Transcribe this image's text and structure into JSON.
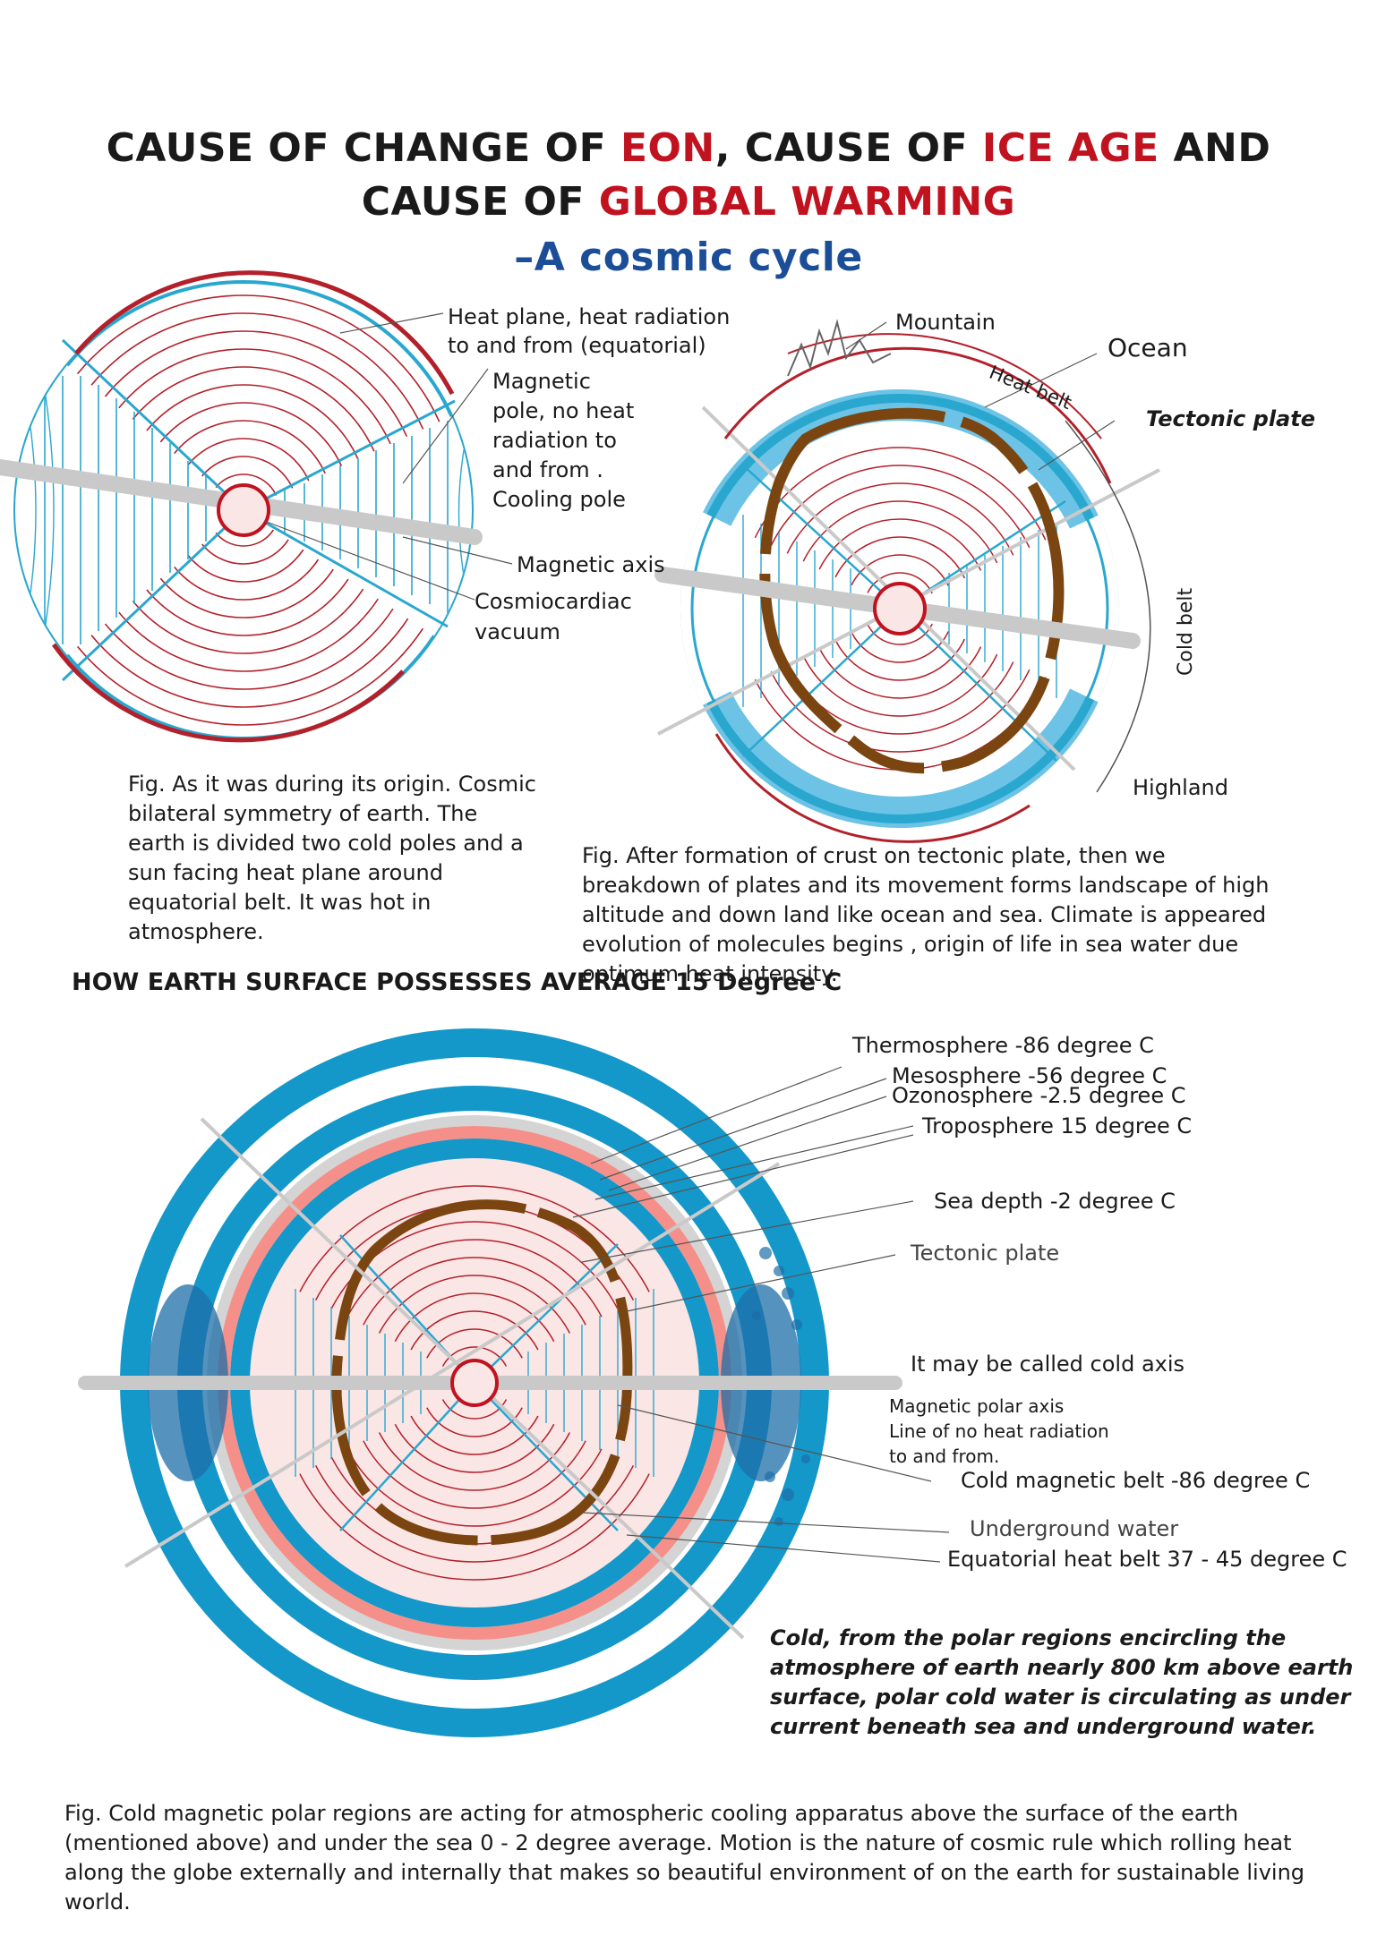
{
  "title": {
    "line1_a": "CAUSE OF CHANGE OF ",
    "line1_b": "EON",
    "line1_c": ", CAUSE OF ",
    "line1_d": "ICE AGE",
    "line1_e": " AND",
    "line2_a": "CAUSE OF ",
    "line2_b": "GLOBAL WARMING",
    "line3": "–A cosmic cycle"
  },
  "fig1": {
    "label_heat_plane_1": "Heat plane, heat radiation",
    "label_heat_plane_2": "to and from (equatorial)",
    "label_mag_pole_1": "Magnetic",
    "label_mag_pole_2": "pole, no heat",
    "label_mag_pole_3": "radiation to",
    "label_mag_pole_4": "and from .",
    "label_mag_pole_5": "Cooling pole",
    "label_axis": "Magnetic axis",
    "label_vacuum_1": "Cosmiocardiac",
    "label_vacuum_2": "vacuum",
    "caption": "Fig. As it was during its origin. Cosmic bilateral symmetry of earth. The earth is divided two cold poles and a sun facing heat plane around equatorial belt. It was hot in atmosphere."
  },
  "fig2": {
    "label_mountain": "Mountain",
    "label_ocean": "Ocean",
    "label_heat_belt": "Heat belt",
    "label_tectonic": "Tectonic plate",
    "label_cold_belt": "Cold belt",
    "label_highland": "Highland",
    "caption": "Fig. After formation of crust on tectonic plate, then we breakdown of plates and its movement forms landscape of high altitude and down land like ocean and sea. Climate is appeared evolution of molecules begins , origin of life in sea water due optimum heat intensity."
  },
  "section_heading": "HOW EARTH SURFACE POSSESSES AVERAGE 15 Degree C",
  "fig3": {
    "label_thermo": "Thermosphere -86 degree C",
    "label_meso": "Mesosphere -56 degree C",
    "label_ozono": "Ozonosphere -2.5 degree C",
    "label_tropo": "Troposphere 15 degree C",
    "label_sea": "Sea depth -2 degree C",
    "label_tectonic": "Tectonic plate",
    "label_cold_axis": "It may be called cold axis",
    "label_polar_1": "Magnetic polar axis",
    "label_polar_2": "Line of no heat radiation",
    "label_polar_3": "to and from.",
    "label_cold_belt": "Cold magnetic belt -86 degree C",
    "label_underground": "Underground water",
    "label_equatorial": "Equatorial heat belt 37 - 45 degree C",
    "note": "Cold, from the polar regions encircling the atmosphere of earth nearly 800 km above earth surface, polar cold water is circulating as under current beneath sea and underground water.",
    "caption": "Fig. Cold magnetic polar regions are acting for atmospheric cooling apparatus above the surface of the earth (mentioned above) and under the sea 0 - 2 degree average. Motion is the nature of cosmic rule which rolling heat along the globe externally and internally that makes so beautiful environment of on the earth for sustainable living world."
  },
  "colors": {
    "heat_red": "#b3202a",
    "cold_blue": "#2aa7cf",
    "deep_blue": "#1497c9",
    "tectonic_brown": "#7a4510",
    "axis_gray": "#c9c9c9",
    "title_blue": "#1c4e98",
    "salmon": "#f49089"
  }
}
